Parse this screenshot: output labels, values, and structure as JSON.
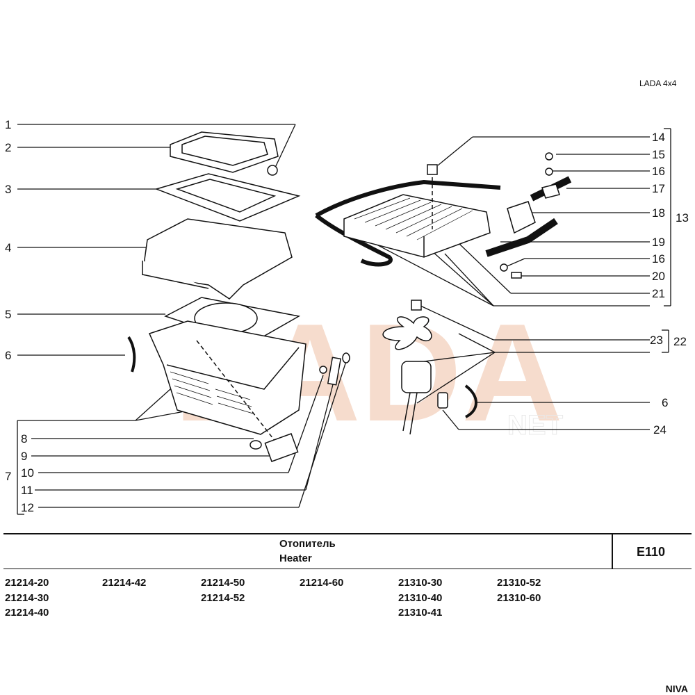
{
  "header": {
    "model_label": "LADA 4x4"
  },
  "watermark": {
    "text": "LADA",
    "subtext": "NET",
    "color": "#f6dccd"
  },
  "callouts_left": [
    "1",
    "2",
    "3",
    "4",
    "5",
    "6",
    "7",
    "8",
    "9",
    "10",
    "11",
    "12"
  ],
  "callouts_right": [
    "14",
    "15",
    "16",
    "17",
    "18",
    "19",
    "16",
    "20",
    "21",
    "13",
    "23",
    "22",
    "6",
    "24"
  ],
  "title_block": {
    "title_ru": "Отопитель",
    "title_en": "Heater",
    "code": "E110"
  },
  "models": [
    [
      "21214-20",
      "21214-30",
      "21214-40"
    ],
    [
      "21214-42"
    ],
    [
      "21214-50",
      "21214-52"
    ],
    [
      "21214-60"
    ],
    [
      "21310-30",
      "21310-40",
      "21310-41"
    ],
    [
      "21310-52",
      "21310-60"
    ]
  ],
  "footer": {
    "label": "NIVA"
  }
}
